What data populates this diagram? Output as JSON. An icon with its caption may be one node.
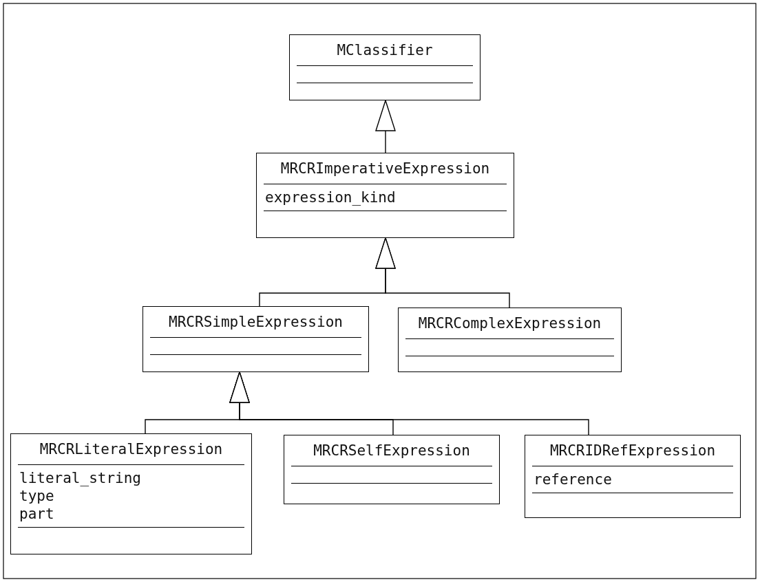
{
  "diagram": {
    "nodes": [
      {
        "text": [
          "MClassifier"
        ]
      },
      {
        "text": [
          "MRCRImperativeExpression",
          "expression_kind"
        ]
      },
      {
        "text": [
          "MRCRSimpleExpression"
        ]
      },
      {
        "text": [
          "MRCRComplexExpression"
        ]
      },
      {
        "text": [
          "MRCRLiteralExpression",
          "literal_string",
          "type",
          "part"
        ]
      },
      {
        "text": [
          "MRCRSelfExpression"
        ]
      },
      {
        "text": [
          "MRCRIDRefExpression",
          "reference"
        ]
      }
    ],
    "edges": [
      {
        "from": 1,
        "to": 0,
        "arrow": "to"
      },
      {
        "from": 2,
        "to": 1,
        "arrow": "to"
      },
      {
        "from": 3,
        "to": 1,
        "arrow": "to"
      },
      {
        "from": 4,
        "to": 2,
        "arrow": "to"
      },
      {
        "from": 5,
        "to": 2,
        "arrow": "to"
      },
      {
        "from": 6,
        "to": 2,
        "arrow": "to"
      }
    ]
  }
}
